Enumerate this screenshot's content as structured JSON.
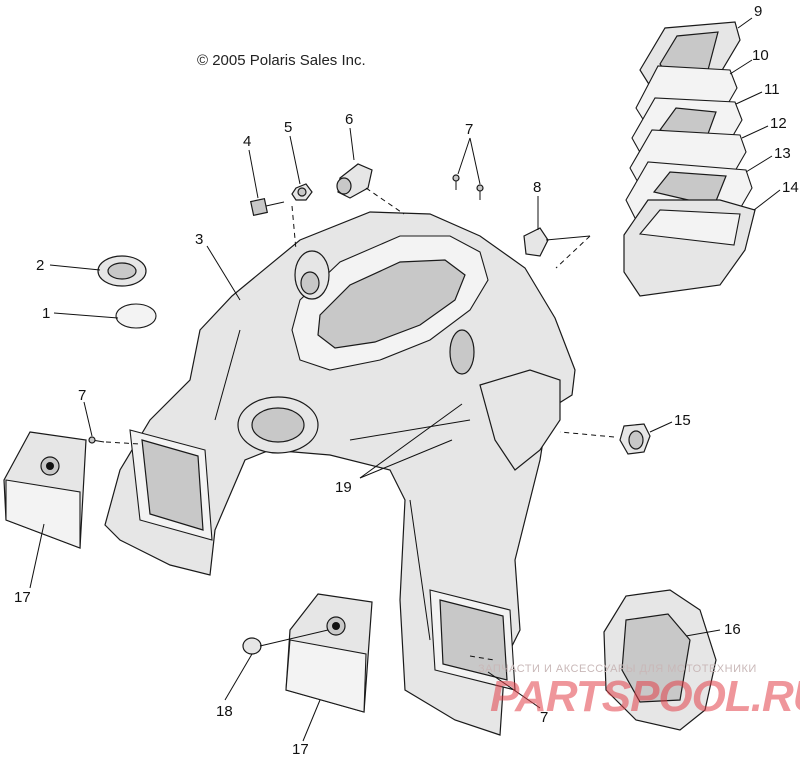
{
  "copyright": "© 2005 Polaris Sales Inc.",
  "watermark": {
    "small_text": "ЗАПЧАСТИ И АКСЕССУАРЫ ДЛЯ МОТОТЕХНИКИ",
    "big_text": "PARTSPOOL.RU",
    "color": "#e24048"
  },
  "callouts": {
    "c1": "1",
    "c2": "2",
    "c3": "3",
    "c4": "4",
    "c5": "5",
    "c6": "6",
    "c7a": "7",
    "c7b": "7",
    "c7c": "7",
    "c8": "8",
    "c9": "9",
    "c10": "10",
    "c11": "11",
    "c12": "12",
    "c13": "13",
    "c14": "14",
    "c15": "15",
    "c16": "16",
    "c17a": "17",
    "c17b": "17",
    "c18": "18",
    "c19": "19"
  }
}
